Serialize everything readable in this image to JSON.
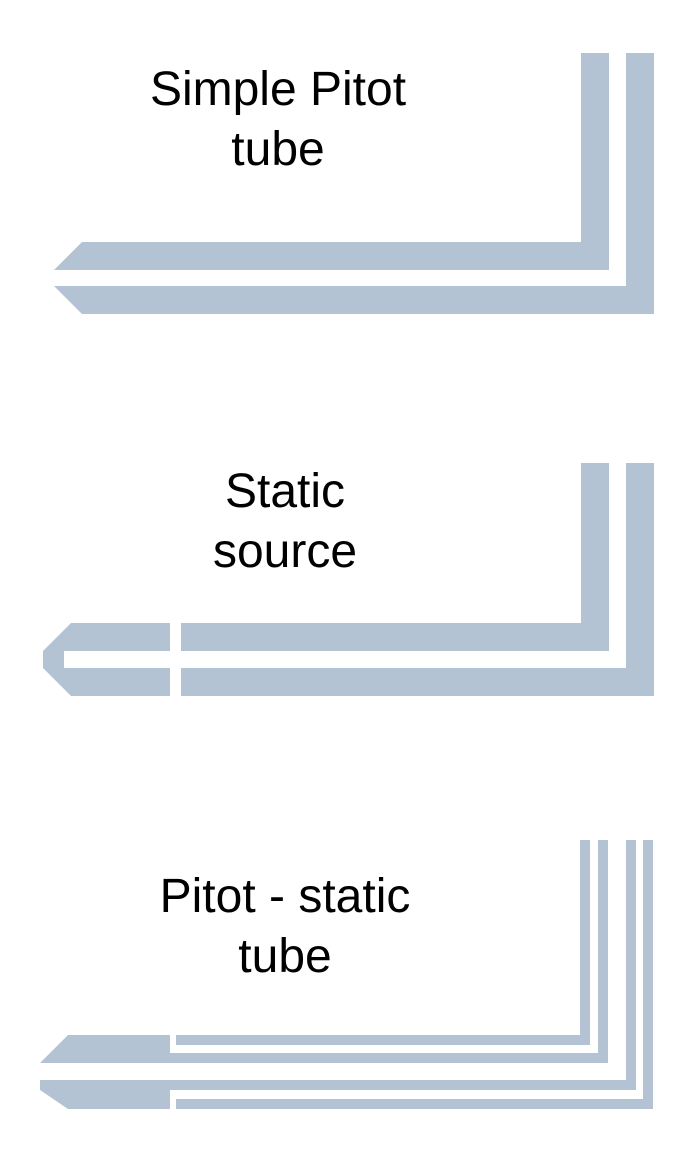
{
  "colors": {
    "tube": "#b3c3d3",
    "background": "#ffffff",
    "text": "#000000"
  },
  "diagrams": [
    {
      "title_line1": "Simple Pitot",
      "title_line2": "tube"
    },
    {
      "title_line1": "Static",
      "title_line2": "source"
    },
    {
      "title_line1": "Pitot - static",
      "title_line2": "tube"
    }
  ]
}
